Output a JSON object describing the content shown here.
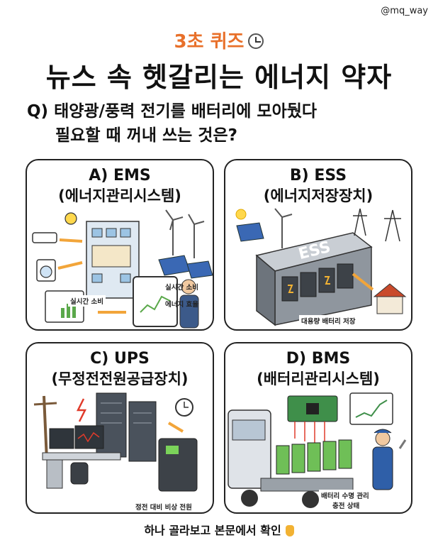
{
  "handle": "@mq_way",
  "quiz_tag": "3초 퀴즈",
  "main_title": "뉴스 속 헷갈리는 에너지 약자",
  "question": {
    "line1": "Q) 태양광/풍력 전기를 배터리에 모아뒀다",
    "line2": "필요할 때 꺼내 쓰는 것은?"
  },
  "options": [
    {
      "title": "A) EMS",
      "subtitle": "(에너지관리시스템)",
      "labels": [
        "실시간 소비",
        "실시간 소비",
        "에너지 효율"
      ]
    },
    {
      "title": "B) ESS",
      "subtitle": "(에너지저장장치)",
      "labels": [
        "ESS",
        "대용량 배터리 저장"
      ]
    },
    {
      "title": "C) UPS",
      "subtitle": "(무정전전원공급장치)",
      "labels": [
        "정전 대비 비상 전원"
      ]
    },
    {
      "title": "D) BMS",
      "subtitle": "(배터리관리시스템)",
      "labels": [
        "배터리 수명 관리",
        "충전 상태"
      ]
    }
  ],
  "footer": "하나 골라보고 본문에서 확인",
  "colors": {
    "accent": "#e8702a",
    "border": "#222222",
    "battery": "#6fbf57",
    "bolt": "#f2b233"
  }
}
